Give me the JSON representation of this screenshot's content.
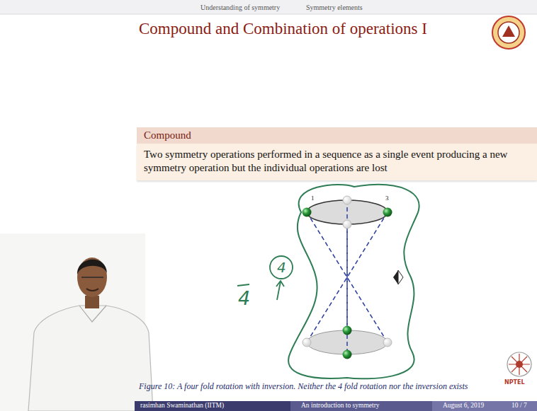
{
  "diagram": {
    "title": "Compound and Combination of operations I",
    "caption": "Figure 10: A four fold rotation with inversion. Neither the 4 fold rotation nor the inversion exists",
    "nodes": [
      {
        "text": [
          "Compound",
          "Two symmetry operations performed in a sequence as a single event producing a new symmetry operation but the individual operations are lost"
        ]
      }
    ],
    "labels": [
      "Understanding of symmetry",
      "Symmetry elements",
      "1",
      "3",
      "4",
      "4",
      "rasimhan Swaminathan (IITM)",
      "An introduction to symmetry",
      "August 6, 2019",
      "10 / 7",
      "NPTEL"
    ]
  }
}
